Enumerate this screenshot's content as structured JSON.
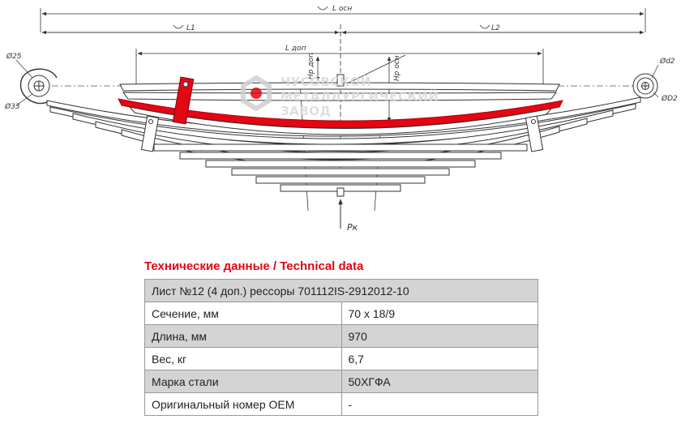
{
  "drawing": {
    "dim_labels": {
      "l_main": "L осн",
      "l1": "L1",
      "l2": "L2",
      "l_add": "L доп",
      "h_add": "Нр доп",
      "h_main": "Нр осн",
      "d25": "Ø25",
      "d33": "Ø33",
      "d_d2": "Ød2",
      "d_D2": "ØD2",
      "load": "Pк"
    },
    "watermark": {
      "line1": "ЧУСОВСКОЙ",
      "line2": "МЕТАЛЛУРГИЧЕСКИЙ",
      "line3": "ЗАВОД"
    },
    "colors": {
      "highlight_leaf": "#e30613",
      "line": "#333333",
      "watermark": "#d9d9d9"
    }
  },
  "tech": {
    "title": "Технические данные / Technical data",
    "header": "Лист №12  (4 доп.) рессоры 701112IS-2912012-10",
    "rows": [
      {
        "label": "Сечение, мм",
        "value": "70 x 18/9"
      },
      {
        "label": "Длина, мм",
        "value": "970"
      },
      {
        "label": "Вес, кг",
        "value": "6,7"
      },
      {
        "label": "Марка стали",
        "value": "50ХГФА"
      },
      {
        "label": "Оригинальный номер OEM",
        "value": "-"
      }
    ]
  }
}
